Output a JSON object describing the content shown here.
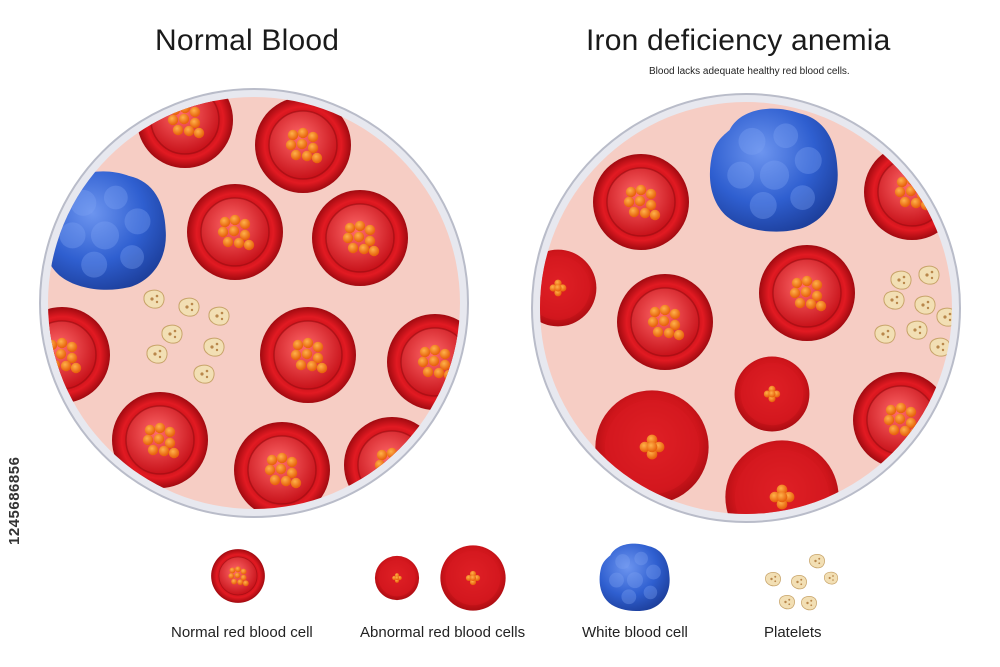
{
  "left_panel": {
    "title": "Normal Blood"
  },
  "right_panel": {
    "title": "Iron deficiency anemia",
    "subtitle": "Blood lacks adequate healthy red blood cells."
  },
  "legend": {
    "normal_rbc": "Normal red blood cell",
    "abnormal_rbc": "Abnormal red blood cells",
    "wbc": "White blood cell",
    "platelets": "Platelets"
  },
  "stock_id": "1245686856",
  "colors": {
    "plasma": "#f6cdc4",
    "rbc": "#d8141b",
    "rbc_dark": "#9b0b10",
    "iron": "#f07a1a",
    "wbc": "#2f5fd0",
    "platelet": "#f2dfb4",
    "ring": "#c9ccd8"
  }
}
